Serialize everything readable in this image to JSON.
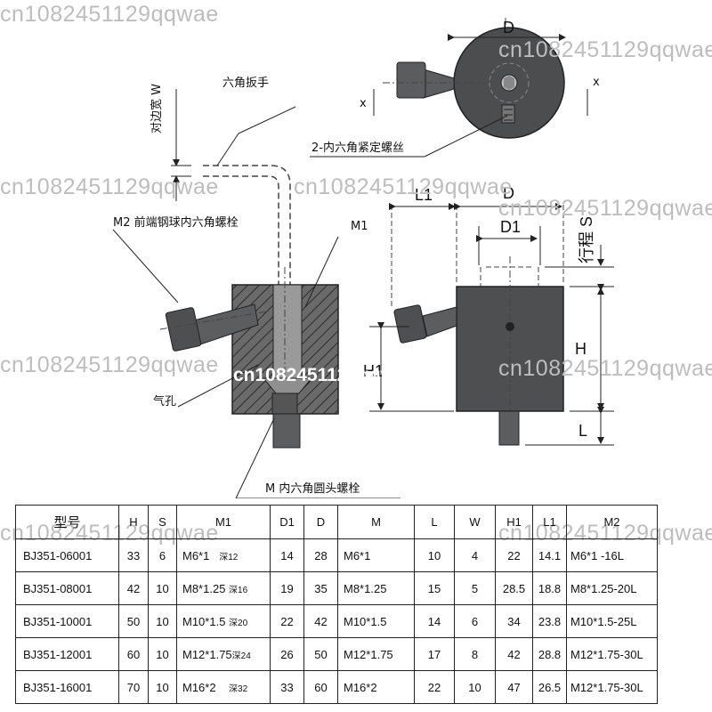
{
  "watermark": "cn1082451129qqwae",
  "drawing": {
    "top_view": {
      "d_label": "D",
      "x_left": "x",
      "x_right": "x",
      "setscrew_label": "2-内六角紧定螺丝"
    },
    "wrench": {
      "label": "六角扳手",
      "w_label": "对边宽 W"
    },
    "section": {
      "m2_label": "M2 前端钢球内六角螺栓",
      "m1_label": "M1",
      "air_hole_label": "气孔",
      "m_label": "M 内六角圆头螺栓"
    },
    "side_view": {
      "l1": "L1",
      "d": "D",
      "d1": "D1",
      "stroke": "行程 S",
      "h": "H",
      "h1": "H1",
      "l": "L"
    }
  },
  "table": {
    "headers": [
      "型号",
      "H",
      "S",
      "M1",
      "D1",
      "D",
      "M",
      "L",
      "W",
      "H1",
      "L1",
      "M2"
    ],
    "rows": [
      {
        "model": "BJ351-06001",
        "h": "33",
        "s": "6",
        "m1": "M6*1",
        "m1_depth": "深12",
        "d1": "14",
        "d": "28",
        "m": "M6*1",
        "l": "10",
        "w": "4",
        "h1": "22",
        "l1": "14.1",
        "m2": "M6*1 -16L"
      },
      {
        "model": "BJ351-08001",
        "h": "42",
        "s": "10",
        "m1": "M8*1.25",
        "m1_depth": "深16",
        "d1": "19",
        "d": "35",
        "m": "M8*1.25",
        "l": "15",
        "w": "5",
        "h1": "28.5",
        "l1": "18.8",
        "m2": "M8*1.25-20L"
      },
      {
        "model": "BJ351-10001",
        "h": "50",
        "s": "10",
        "m1": "M10*1.5",
        "m1_depth": "深20",
        "d1": "22",
        "d": "42",
        "m": "M10*1.5",
        "l": "14",
        "w": "6",
        "h1": "34",
        "l1": "23.8",
        "m2": "M10*1.5-25L"
      },
      {
        "model": "BJ351-12001",
        "h": "60",
        "s": "10",
        "m1": "M12*1.75",
        "m1_depth": "深24",
        "d1": "26",
        "d": "50",
        "m": "M12*1.75",
        "l": "17",
        "w": "8",
        "h1": "42",
        "l1": "28.8",
        "m2": "M12*1.75-30L"
      },
      {
        "model": "BJ351-16001",
        "h": "70",
        "s": "10",
        "m1": "M16*2",
        "m1_depth": "深32",
        "d1": "33",
        "d": "60",
        "m": "M16*2",
        "l": "22",
        "w": "10",
        "h1": "47",
        "l1": "26.5",
        "m2": "M12*1.75-30L"
      }
    ]
  }
}
